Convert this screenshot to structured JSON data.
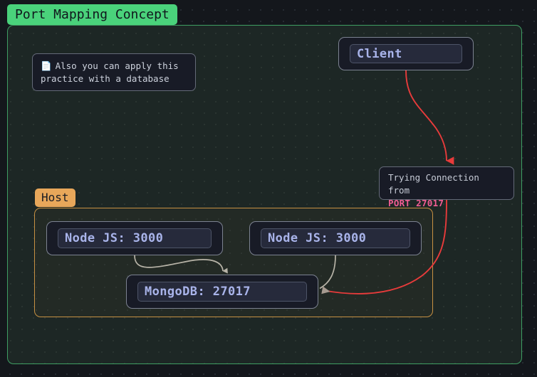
{
  "title": {
    "label": "Port Mapping Concept",
    "badge_color": "#4ad27b",
    "text_color": "#10161c"
  },
  "frame": {
    "border_color": "#3f9e63",
    "background_color": "#1d2725"
  },
  "note": {
    "icon": "page-document-icon",
    "icon_glyph": "📄",
    "text": "Also you can apply this practice with a database"
  },
  "nodes": [
    {
      "name": "client",
      "label": "Client"
    },
    {
      "name": "nodejs-left",
      "label": "Node JS: 3000"
    },
    {
      "name": "nodejs-right",
      "label": "Node JS: 3000"
    },
    {
      "name": "mongodb",
      "label": "MongoDB: 27017"
    }
  ],
  "host": {
    "badge_label": "Host",
    "badge_color": "#e8a75a",
    "badge_text_color": "#1b1d24",
    "border_color": "#c79143"
  },
  "connection_label": {
    "line1": "Trying Connection from",
    "line2": "PORT 27017",
    "line1_color": "#c6cbd6",
    "line2_color": "#f25d94"
  },
  "edges": [
    {
      "name": "client-to-port-label",
      "color": "#e83b3b",
      "from": "client",
      "to": "connection-label",
      "arrowhead": "down"
    },
    {
      "name": "port-label-to-mongodb",
      "color": "#e83b3b",
      "from": "connection-label",
      "to": "mongodb",
      "arrowhead": "left"
    },
    {
      "name": "nodejs-left-to-mongodb",
      "color": "#b8b4a8",
      "from": "nodejs-left",
      "to": "mongodb",
      "arrowhead": "down"
    },
    {
      "name": "nodejs-right-to-mongodb",
      "color": "#b8b4a8",
      "from": "nodejs-right",
      "to": "mongodb",
      "arrowhead": "left"
    }
  ]
}
